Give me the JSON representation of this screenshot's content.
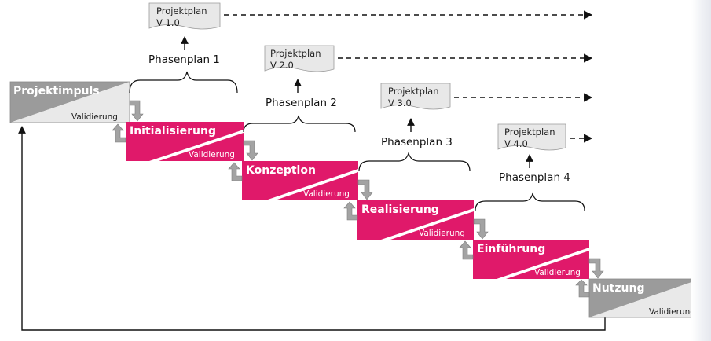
{
  "phases": [
    {
      "title": "Projektimpuls",
      "validation": "Validierung",
      "kind": "gray"
    },
    {
      "title": "Initialisierung",
      "validation": "Validierung",
      "kind": "magenta"
    },
    {
      "title": "Konzeption",
      "validation": "Validierung",
      "kind": "magenta"
    },
    {
      "title": "Realisierung",
      "validation": "Validierung",
      "kind": "magenta"
    },
    {
      "title": "Einführung",
      "validation": "Validierung",
      "kind": "magenta"
    },
    {
      "title": "Nutzung",
      "validation": "Validierung",
      "kind": "gray"
    }
  ],
  "project_plans": [
    {
      "line1": "Projektplan",
      "line2": "V 1.0"
    },
    {
      "line1": "Projektplan",
      "line2": "V 2.0"
    },
    {
      "line1": "Projektplan",
      "line2": "V 3.0"
    },
    {
      "line1": "Projektplan",
      "line2": "V 4.0"
    }
  ],
  "phase_plans": [
    "Phasenplan 1",
    "Phasenplan 2",
    "Phasenplan 3",
    "Phasenplan 4"
  ],
  "colors": {
    "magenta": "#e0196a",
    "gray_box": "#9b9b9b",
    "box_light": "#ffffff",
    "connector": "#a3a3a3",
    "doc_fill": "#e8e8e8",
    "line": "#111111"
  }
}
